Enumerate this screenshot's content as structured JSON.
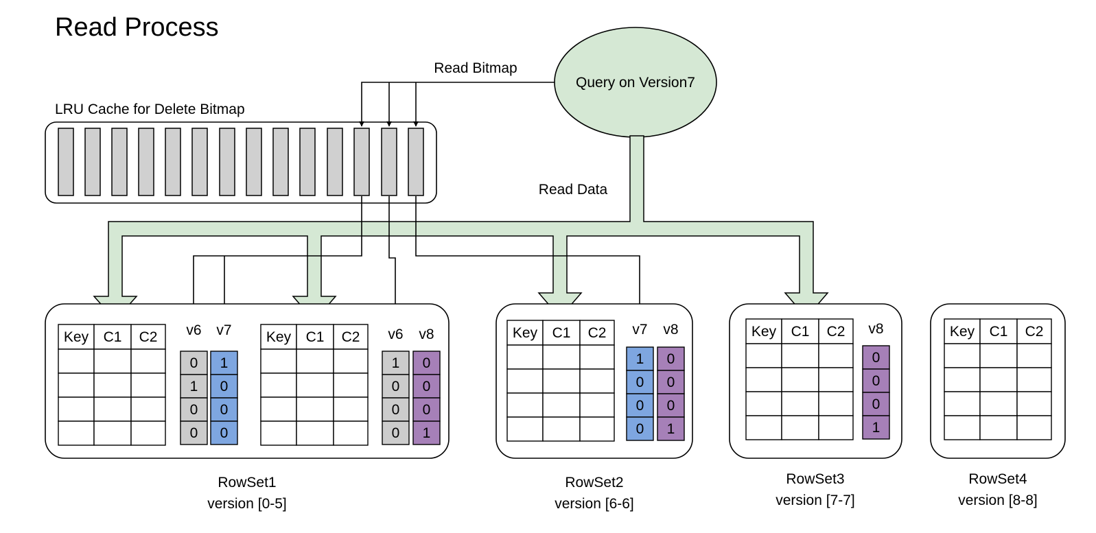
{
  "title": "Read Process",
  "query": {
    "label": "Query on Version7",
    "fill": "#d5e8d4"
  },
  "labels": {
    "read_bitmap": "Read Bitmap",
    "read_data": "Read Data",
    "cache": "LRU Cache  for Delete Bitmap"
  },
  "colors": {
    "gray": "#cccccc",
    "blue": "#7ea6e0",
    "purple": "#a680b8",
    "green": "#d5e8d4"
  },
  "table_headers": [
    "Key",
    "C1",
    "C2"
  ],
  "cache_slot_count": 14,
  "rowsets": [
    {
      "name": "RowSet1",
      "version": "version [0-5]",
      "segments": [
        {
          "bitmaps": [
            {
              "label": "v6",
              "color": "gray",
              "values": [
                "0",
                "1",
                "0",
                "0"
              ]
            },
            {
              "label": "v7",
              "color": "blue",
              "values": [
                "1",
                "0",
                "0",
                "0"
              ]
            }
          ]
        },
        {
          "bitmaps": [
            {
              "label": "v6",
              "color": "gray",
              "values": [
                "1",
                "0",
                "0",
                "0"
              ]
            },
            {
              "label": "v8",
              "color": "purple",
              "values": [
                "0",
                "0",
                "0",
                "1"
              ]
            }
          ]
        }
      ]
    },
    {
      "name": "RowSet2",
      "version": "version [6-6]",
      "segments": [
        {
          "bitmaps": [
            {
              "label": "v7",
              "color": "blue",
              "values": [
                "1",
                "0",
                "0",
                "0"
              ]
            },
            {
              "label": "v8",
              "color": "purple",
              "values": [
                "0",
                "0",
                "0",
                "1"
              ]
            }
          ]
        }
      ]
    },
    {
      "name": "RowSet3",
      "version": "version [7-7]",
      "segments": [
        {
          "bitmaps": [
            {
              "label": "v8",
              "color": "purple",
              "values": [
                "0",
                "0",
                "0",
                "1"
              ]
            }
          ]
        }
      ]
    },
    {
      "name": "RowSet4",
      "version": "version [8-8]",
      "segments": [
        {
          "bitmaps": []
        }
      ]
    }
  ]
}
